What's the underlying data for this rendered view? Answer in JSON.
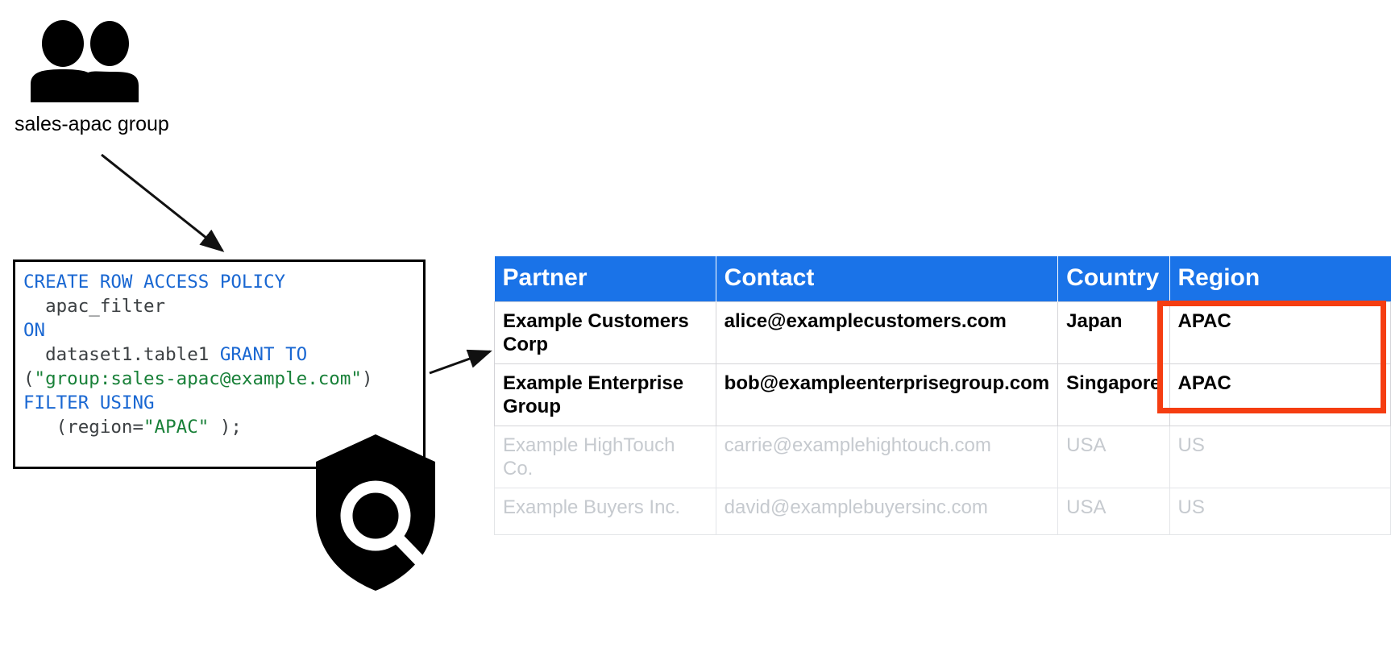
{
  "group_node": {
    "icon": "people-group-icon",
    "label": "sales-apac group"
  },
  "code_block": {
    "language": "sql",
    "icon": "shield-search-icon",
    "lines": [
      {
        "tokens": [
          {
            "t": "CREATE ROW ACCESS POLICY",
            "c": "kw"
          }
        ]
      },
      {
        "tokens": [
          {
            "t": "  apac_filter",
            "c": "plain"
          }
        ]
      },
      {
        "tokens": [
          {
            "t": "ON",
            "c": "kw"
          }
        ]
      },
      {
        "tokens": [
          {
            "t": "  dataset1.table1 ",
            "c": "plain"
          },
          {
            "t": "GRANT TO",
            "c": "kw"
          }
        ]
      },
      {
        "tokens": [
          {
            "t": "(",
            "c": "plain"
          },
          {
            "t": "\"group:sales-apac@example.com\"",
            "c": "str"
          },
          {
            "t": ")",
            "c": "plain"
          }
        ]
      },
      {
        "tokens": [
          {
            "t": "FILTER USING",
            "c": "kw"
          }
        ]
      },
      {
        "tokens": [
          {
            "t": "   (region=",
            "c": "plain"
          },
          {
            "t": "\"APAC\"",
            "c": "str"
          },
          {
            "t": " );",
            "c": "plain"
          }
        ]
      }
    ],
    "full_text": "CREATE ROW ACCESS POLICY\n  apac_filter\nON\n  dataset1.table1 GRANT TO\n(\"group:sales-apac@example.com\")\nFILTER USING\n   (region=\"APAC\" );"
  },
  "table": {
    "columns": [
      "Partner",
      "Contact",
      "Country",
      "Region"
    ],
    "header_color": "#1a73e8",
    "header_text_color": "#ffffff",
    "highlight_color": "#f53d11",
    "rows": [
      {
        "state": "active",
        "partner": "Example Customers Corp",
        "contact": "alice@examplecustomers.com",
        "country": "Japan",
        "region": "APAC"
      },
      {
        "state": "active",
        "partner": "Example Enterprise Group",
        "contact": "bob@exampleenterprisegroup.com",
        "country": "Singapore",
        "region": "APAC"
      },
      {
        "state": "filtered",
        "partner": "Example HighTouch Co.",
        "contact": "carrie@examplehightouch.com",
        "country": "USA",
        "region": "US"
      },
      {
        "state": "filtered",
        "partner": "Example Buyers Inc.",
        "contact": "david@examplebuyersinc.com",
        "country": "USA",
        "region": "US"
      }
    ]
  }
}
